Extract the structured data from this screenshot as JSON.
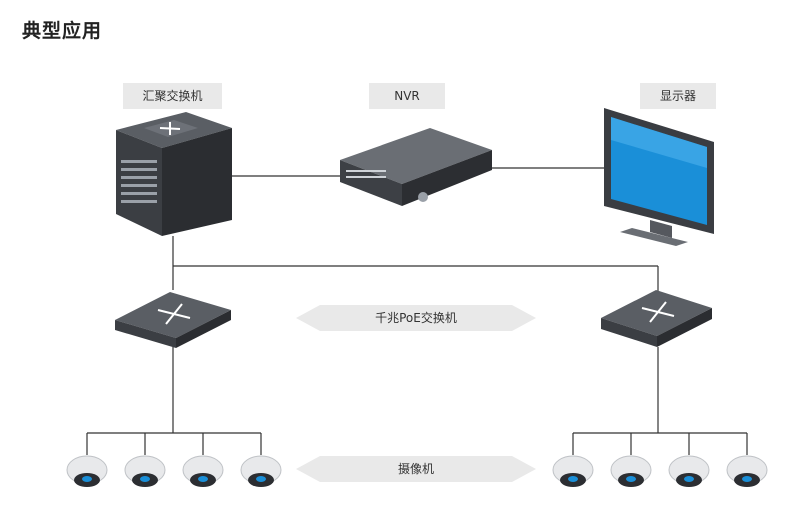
{
  "title": "典型应用",
  "labels": {
    "core_switch": "汇聚交换机",
    "nvr": "NVR",
    "monitor": "显示器",
    "poe_switch": "千兆PoE交换机",
    "camera": "摄像机"
  },
  "colors": {
    "label_bg": "#e9e9e9",
    "line": "#333333",
    "device_dark": "#3a3d42",
    "screen_blue": "#1a8fd8"
  }
}
